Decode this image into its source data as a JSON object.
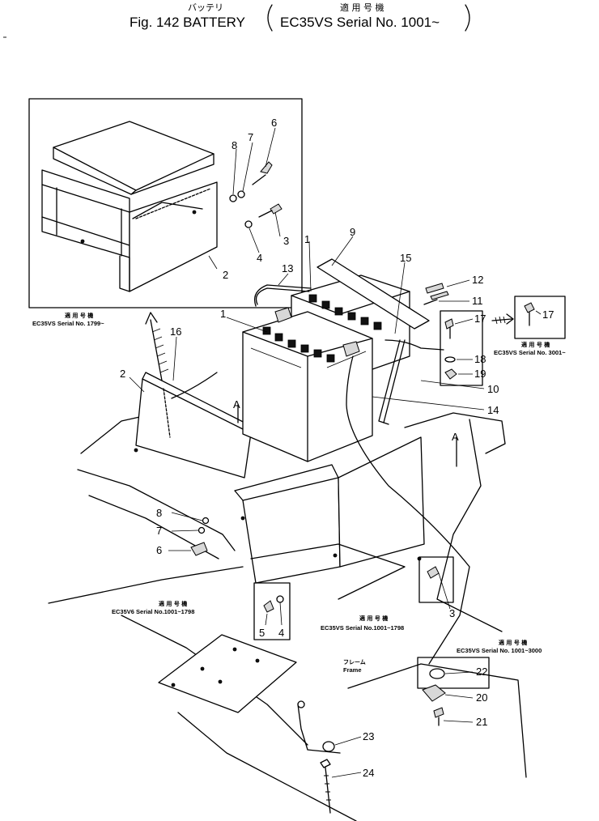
{
  "header": {
    "title_jp": "バッテリ",
    "title_en": "Fig. 142  BATTERY",
    "serial_label_jp": "適 用 号 機",
    "serial_label": "EC35VS Serial No. 1001~"
  },
  "applicability_notes": [
    {
      "jp": "適 用 号 機",
      "text": "EC35VS Serial No. 1799~"
    },
    {
      "jp": "適 用 号 機",
      "text": "EC35VS Serial No. 3001~"
    },
    {
      "jp": "適 用 号 機",
      "text": "EC35V6 Serial No.1001~1798"
    },
    {
      "jp": "適 用 号 機",
      "text": "EC35VS Serial No.1001~1798"
    },
    {
      "jp": "適 用 号 機",
      "text": "EC35VS Serial No. 1001~3000"
    }
  ],
  "frame_label": {
    "jp": "フレーム",
    "en": "Frame"
  },
  "view_marker": "A",
  "callouts": {
    "c1a": "1",
    "c1b": "1",
    "c2a": "2",
    "c2b": "2",
    "c3a": "3",
    "c3b": "3",
    "c4a": "4",
    "c4b": "4",
    "c5": "5",
    "c6a": "6",
    "c6b": "6",
    "c7a": "7",
    "c7b": "7",
    "c8a": "8",
    "c8b": "8",
    "c9": "9",
    "c10": "10",
    "c11": "11",
    "c12": "12",
    "c13": "13",
    "c14": "14",
    "c15": "15",
    "c16": "16",
    "c17a": "17",
    "c17b": "17",
    "c18": "18",
    "c19": "19",
    "c20": "20",
    "c21": "21",
    "c22": "22",
    "c23": "23",
    "c24": "24"
  }
}
